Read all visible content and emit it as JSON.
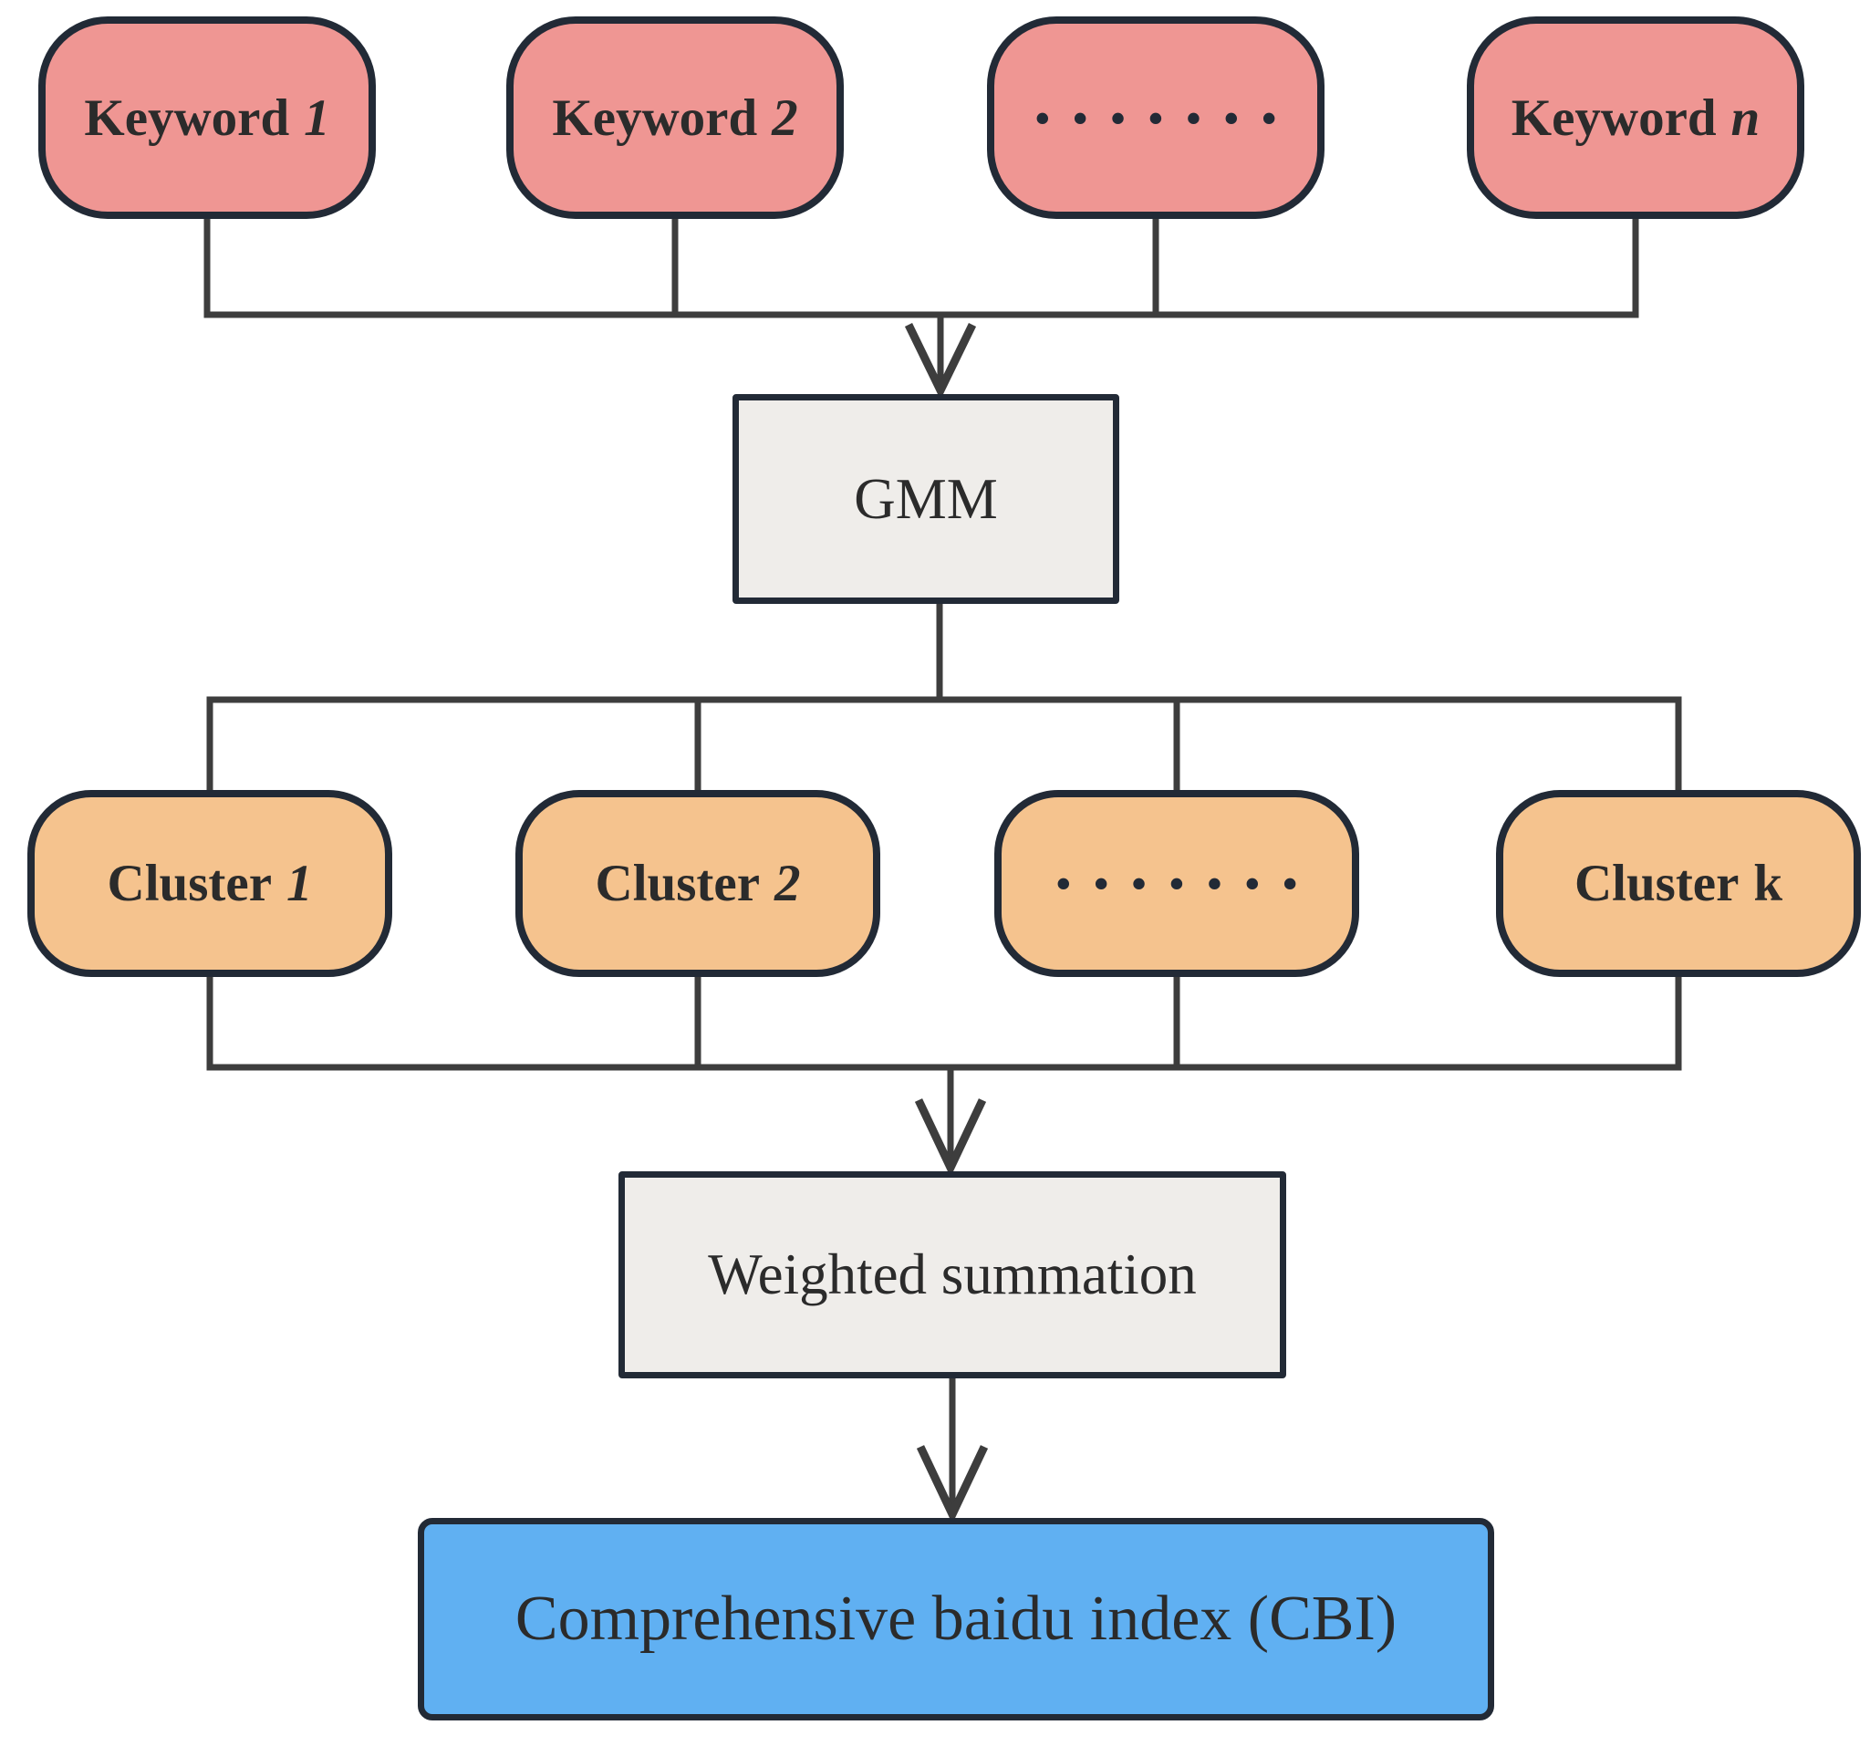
{
  "colors": {
    "keyword_fill": "#ef9693",
    "cluster_fill": "#f5c38e",
    "process_fill": "#efedea",
    "result_fill": "#60b0f2",
    "node_border": "#222a36",
    "connector": "#3d3d3d",
    "text": "#2b2b2b"
  },
  "nodes": {
    "keyword1": {
      "main": "Keyword",
      "var": "1"
    },
    "keyword2": {
      "main": "Keyword",
      "var": "2"
    },
    "keyword_dots": {
      "dots": "•••••••"
    },
    "keyword_n": {
      "main": "Keyword",
      "var": "n"
    },
    "gmm": {
      "label": "GMM"
    },
    "cluster1": {
      "main": "Cluster",
      "var": "1"
    },
    "cluster2": {
      "main": "Cluster",
      "var": "2"
    },
    "cluster_dots": {
      "dots": "•••••••"
    },
    "cluster_k": {
      "main": "Cluster",
      "var": "k"
    },
    "weighted_summation": {
      "label": "Weighted summation"
    },
    "cbi": {
      "label": "Comprehensive baidu index (CBI)"
    }
  }
}
